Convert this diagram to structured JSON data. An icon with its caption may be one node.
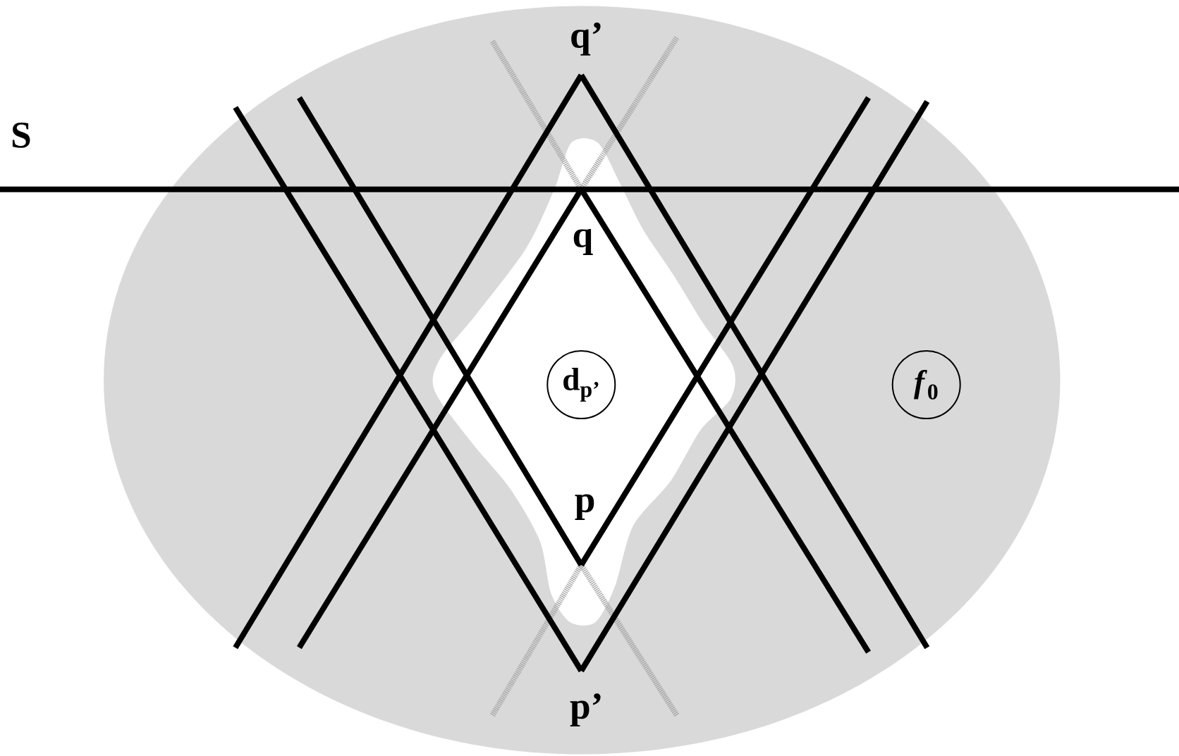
{
  "diagram": {
    "nodes": [
      {
        "text": [
          "d$_{p’}$"
        ]
      },
      {
        "text": [
          "*f*$_{0}$"
        ]
      }
    ],
    "labels": [
      "q’",
      "S",
      "q",
      "p",
      "p’"
    ]
  }
}
